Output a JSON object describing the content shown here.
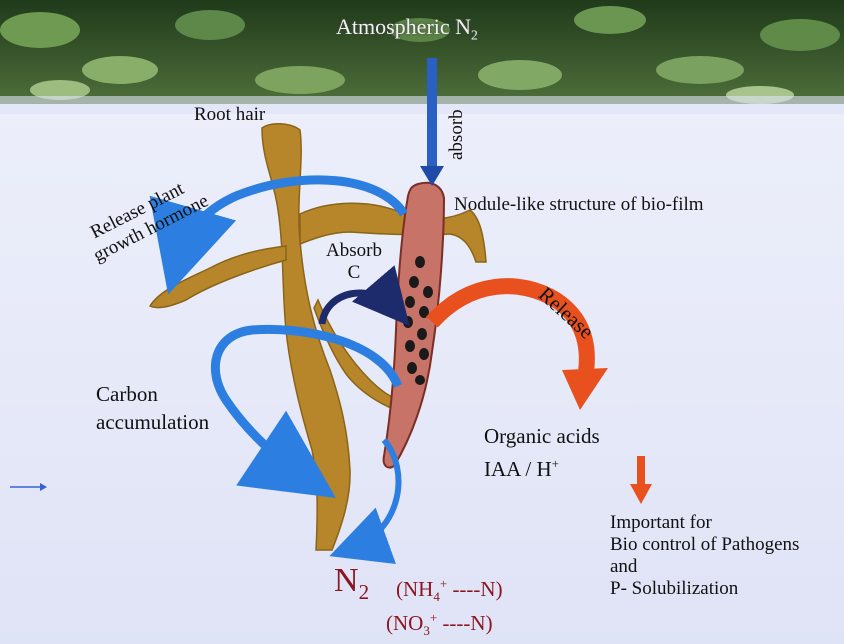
{
  "labels": {
    "atmospheric_n2_text": "Atmospheric N",
    "atmospheric_n2_sub": "2",
    "absorb_vertical": "absorb",
    "root_hair": "Root hair",
    "nodule": "Nodule-like structure of bio-film",
    "release_hormone_line1": "Release plant",
    "release_hormone_line2": "growth hormone",
    "absorb_c_line1": "Absorb",
    "absorb_c_line2": "C",
    "release": "Release",
    "carbon_line1": "Carbon",
    "carbon_line2": "accumulation",
    "organic_acids": "Organic acids",
    "iaa_h_text": "IAA / H",
    "iaa_h_sup": "+",
    "important_line1": "Important for",
    "important_line2": "Bio control of Pathogens",
    "important_line3": "and",
    "important_line4": "P- Solubilization",
    "n2_main": "N",
    "n2_sub": "2",
    "nh4_prefix": "(NH",
    "nh4_sub": "4",
    "nh4_sup": "+",
    "nh4_suffix": " ----N)",
    "no3_prefix": "(NO",
    "no3_sub": "3",
    "no3_sup": "+",
    "no3_suffix": " ----N)"
  },
  "colors": {
    "root": "#b8862a",
    "nodule": "#c87368",
    "blue_arrow": "#2c7fe0",
    "dark_arrow": "#1d2a6b",
    "orange_arrow": "#e8501e",
    "n2_color": "#8b1620"
  }
}
